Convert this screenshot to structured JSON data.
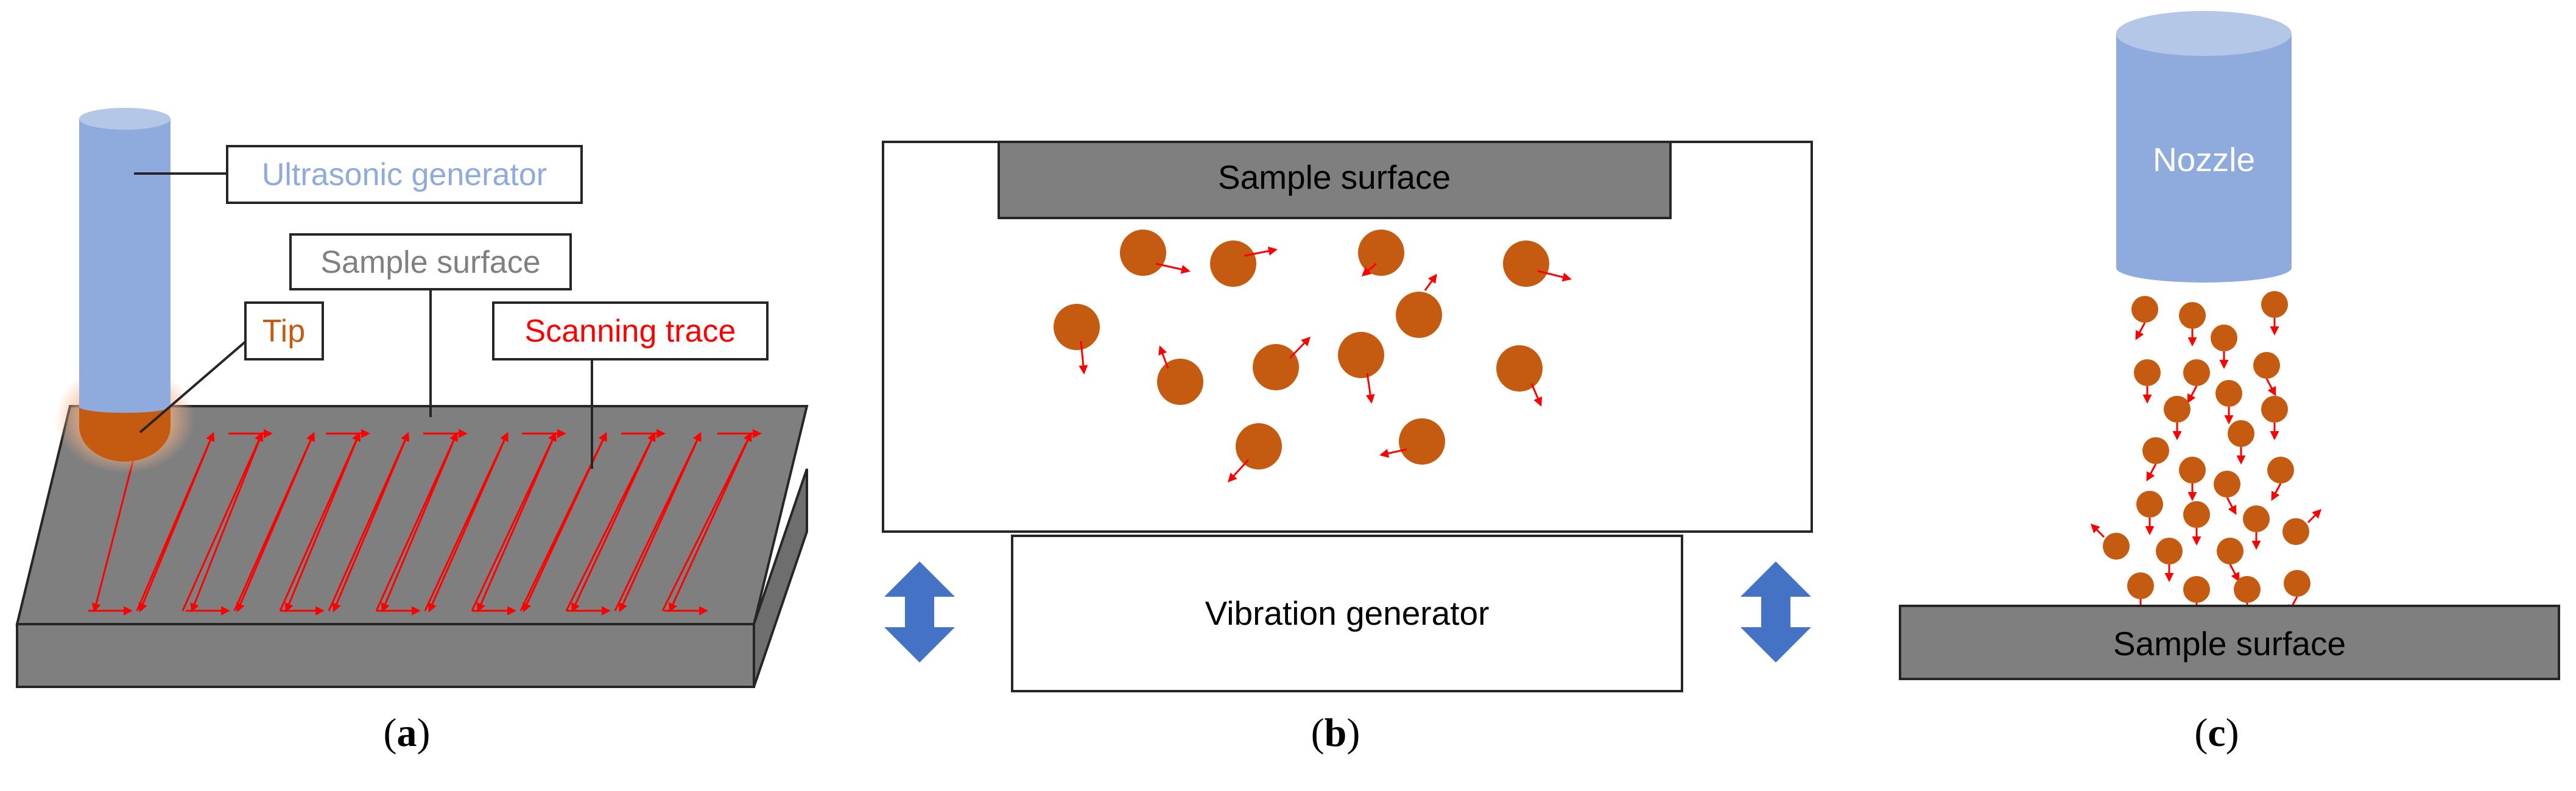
{
  "panel_a": {
    "ultrasonic_generator_label": "Ultrasonic generator",
    "sample_surface_label": "Sample surface",
    "tip_label": "Tip",
    "scanning_trace_label": "Scanning trace",
    "caption_paren_open": "(",
    "caption_letter": "a",
    "caption_paren_close": ")"
  },
  "panel_b": {
    "sample_surface_label": "Sample surface",
    "vibration_generator_label": "Vibration generator",
    "caption_paren_open": "(",
    "caption_letter": "b",
    "caption_paren_close": ")"
  },
  "panel_c": {
    "nozzle_label": "Nozzle",
    "sample_surface_label": "Sample surface",
    "caption_paren_open": "(",
    "caption_letter": "c",
    "caption_paren_close": ")"
  },
  "colors": {
    "generator_blue": "#8faadc",
    "generator_blue_top": "#b4c7e7",
    "surface_gray": "#7f7f7f",
    "particle_orange": "#c55a11",
    "trace_red": "#ff0000",
    "arrow_blue": "#4472c4",
    "label_gray": "#808080"
  },
  "icons": {
    "vibration_arrow": "double-headed-vertical-arrow-icon",
    "motion_arrow": "red-arrow-icon"
  }
}
